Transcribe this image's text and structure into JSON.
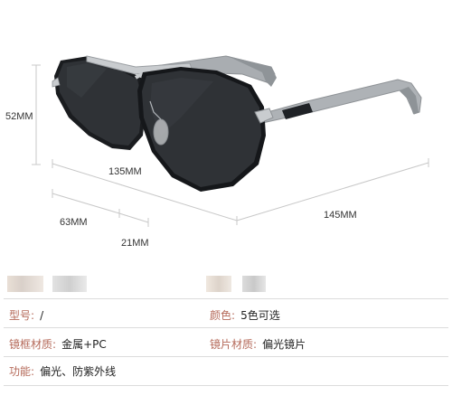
{
  "dimensions": {
    "lens_height": "52MM",
    "frame_width": "135MM",
    "lens_width": "63MM",
    "bridge": "21MM",
    "temple_length": "145MM"
  },
  "colors": {
    "lens": "#2f3236",
    "frame_metal": "#c9cccf",
    "temple_gray": "#9ea2a6",
    "label_key": "#b56a5a",
    "dimension_line": "#c8c8c8"
  },
  "specs": {
    "model": {
      "key": "型号",
      "sep": ":",
      "value": "/"
    },
    "color": {
      "key": "颜色",
      "sep": ":",
      "value": "5色可选"
    },
    "frame_material": {
      "key": "镜框材质",
      "sep": ":",
      "value": "金属+PC"
    },
    "lens_material": {
      "key": "镜片材质",
      "sep": ":",
      "value": "偏光镜片"
    },
    "function": {
      "key": "功能",
      "sep": ":",
      "value": "偏光、防紫外线"
    }
  }
}
